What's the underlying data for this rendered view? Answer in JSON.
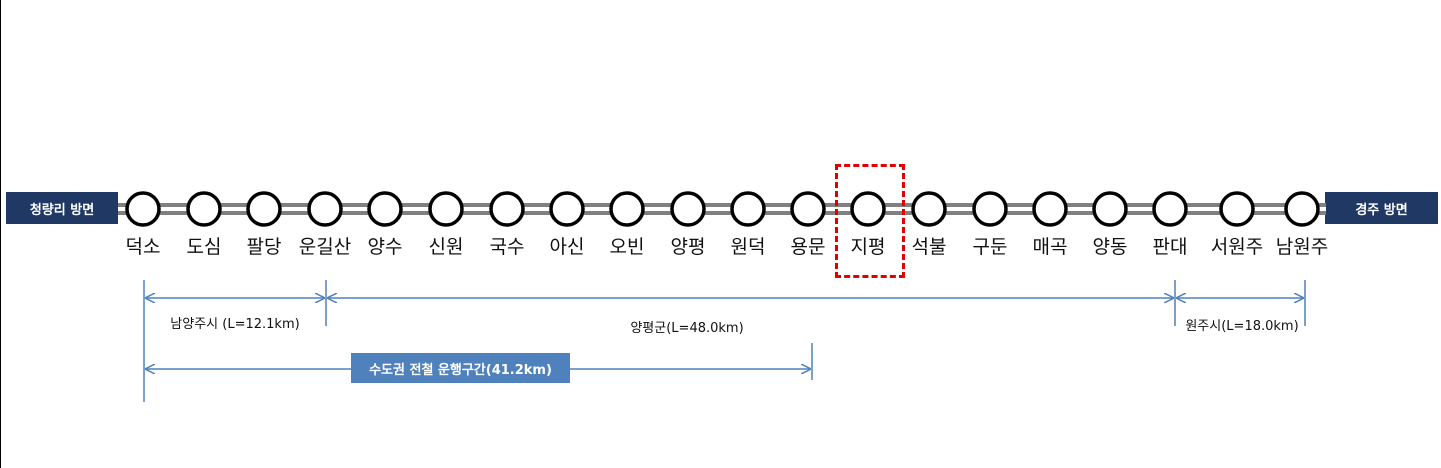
{
  "directions": {
    "left": "청량리 방면",
    "right": "경주 방면"
  },
  "stations": [
    "덕소",
    "도심",
    "팔당",
    "운길산",
    "양수",
    "신원",
    "국수",
    "아신",
    "오빈",
    "양평",
    "원덕",
    "용문",
    "지평",
    "석불",
    "구둔",
    "매곡",
    "양동",
    "판대",
    "서원주",
    "남원주"
  ],
  "highlighted_station": "지평",
  "segments": [
    {
      "label": "남양주시 (L=12.1km)"
    },
    {
      "label": "양평군(L=48.0km)"
    },
    {
      "label": "원주시(L=18.0km)"
    }
  ],
  "metro_section": {
    "label": "수도권 전철 운행구간(41.2km)"
  },
  "colors": {
    "endcap": "#1f3864",
    "callout": "#4f81bd",
    "arrow": "#4f81bd",
    "highlight": "#e00000",
    "track": "#808080"
  }
}
